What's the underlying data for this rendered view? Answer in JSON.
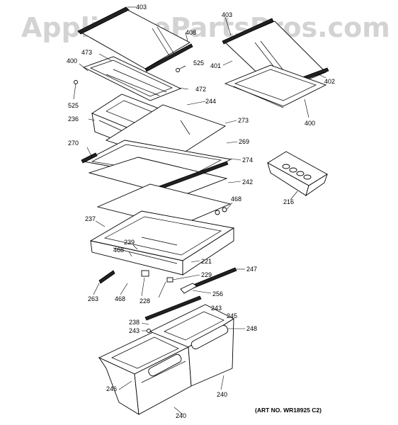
{
  "watermark": "AppliancePartsPros.com",
  "art_number": "(ART NO. WR18925 C2)",
  "callouts": {
    "c403a": "403",
    "c408": "408",
    "c525a": "525",
    "c473": "473",
    "c400a": "400",
    "c472": "472",
    "c525b": "525",
    "c244": "244",
    "c236": "236",
    "c273": "273",
    "c269": "269",
    "c270": "270",
    "c274": "274",
    "c242": "242",
    "c468a": "468",
    "c237": "237",
    "c239": "239",
    "c468b": "468",
    "c221": "221",
    "c247": "247",
    "c229": "229",
    "c263": "263",
    "c468c": "468",
    "c228": "228",
    "c256": "256",
    "c243a": "243",
    "c245": "245",
    "c238": "238",
    "c243b": "243",
    "c248": "248",
    "c246": "246",
    "c240a": "240",
    "c240b": "240",
    "c403b": "403",
    "c401": "401",
    "c402": "402",
    "c400b": "400",
    "c216": "216"
  }
}
